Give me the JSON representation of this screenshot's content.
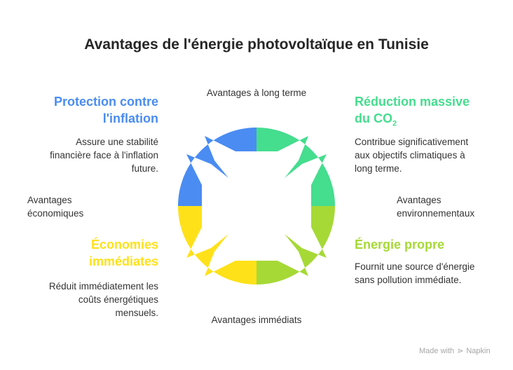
{
  "title": "Avantages de l'énergie photovoltaïque en Tunisie",
  "axes": {
    "top": "Avantages à long terme",
    "bottom": "Avantages immédiats",
    "left_line1": "Avantages",
    "left_line2": "économiques",
    "right_line1": "Avantages",
    "right_line2": "environnementaux"
  },
  "quadrants": {
    "top_left": {
      "heading_line1": "Protection contre",
      "heading_line2": "l'inflation",
      "desc_line1": "Assure une stabilité",
      "desc_line2": "financière face à l'inflation",
      "desc_line3": "future.",
      "color": "#4a8cf2"
    },
    "top_right": {
      "heading_line1": "Réduction massive",
      "heading_line2_prefix": "du CO",
      "heading_line2_sub": "2",
      "desc_line1": "Contribue significativement",
      "desc_line2": "aux objectifs climatiques à",
      "desc_line3": "long terme.",
      "color": "#45dd8e"
    },
    "bottom_left": {
      "heading_line1": "Économies",
      "heading_line2": "immédiates",
      "desc_line1": "Réduit immédiatement les",
      "desc_line2": "coûts énergétiques",
      "desc_line3": "mensuels.",
      "color": "#ffe11a"
    },
    "bottom_right": {
      "heading_line1": "Énergie propre",
      "desc_line1": "Fournit une source d'énergie",
      "desc_line2": "sans pollution immédiate.",
      "color": "#a6d936"
    }
  },
  "footer": {
    "made_with": "Made with",
    "brand": "Napkin",
    "icon": "napkin-logo-icon"
  }
}
